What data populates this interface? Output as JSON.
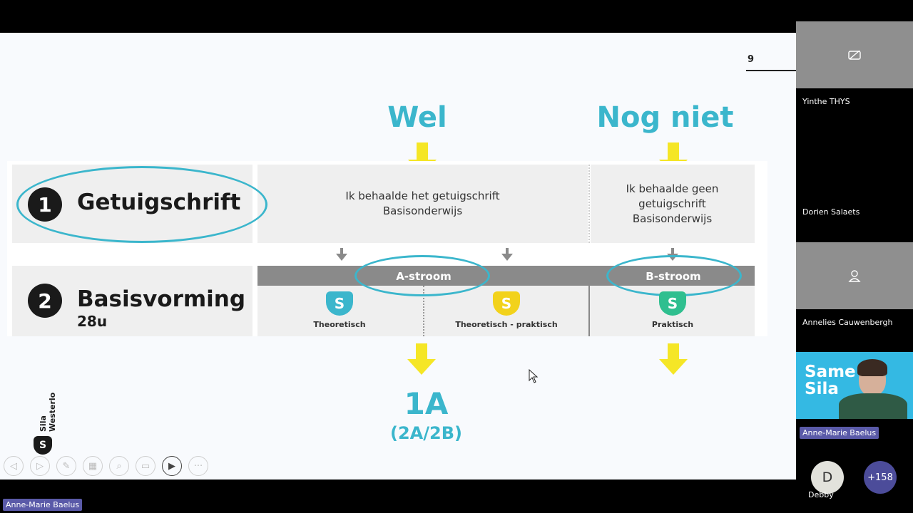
{
  "slide": {
    "page_number": "9",
    "col_headings": {
      "wel": "Wel",
      "nog_niet": "Nog niet"
    },
    "row1": {
      "num": "1",
      "label": "Getuigschrift",
      "wel_text": "Ik behaalde het getuigschrift Basisonderwijs",
      "nog_niet_text": "Ik behaalde geen getuigschrift Basisonderwijs"
    },
    "row2": {
      "num": "2",
      "label": "Basisvorming",
      "sublabel": "28u",
      "a_stroom": "A-stroom",
      "b_stroom": "B-stroom",
      "options": [
        {
          "label": "Theoretisch",
          "color": "#3bb6cc"
        },
        {
          "label": "Theoretisch - praktisch",
          "color": "#f2d21b"
        },
        {
          "label": "Praktisch",
          "color": "#2fbf8f"
        }
      ]
    },
    "result": {
      "main": "1A",
      "sub": "(2A/2B)"
    },
    "brand": "Sila Westerlo",
    "colors": {
      "accent": "#3bb6cc",
      "arrow": "#f5e626",
      "bar": "#8a8a8a"
    }
  },
  "controls": [
    {
      "icon": "prev-icon",
      "glyph": "◁"
    },
    {
      "icon": "next-icon",
      "glyph": "▷"
    },
    {
      "icon": "pen-icon",
      "glyph": "✎"
    },
    {
      "icon": "grid-icon",
      "glyph": "▦"
    },
    {
      "icon": "zoom-icon",
      "glyph": "⌕"
    },
    {
      "icon": "subtitles-icon",
      "glyph": "▭"
    },
    {
      "icon": "video-icon",
      "glyph": "▶"
    },
    {
      "icon": "more-icon",
      "glyph": "···"
    }
  ],
  "participants": [
    {
      "name": "Yinthe THYS",
      "icon": "camera-off-icon"
    },
    {
      "name": "Dorien Salaets",
      "icon": ""
    },
    {
      "name": "Annelies Cauwenbergh",
      "icon": "user-icon"
    },
    {
      "name": "Anne-Marie Baelus",
      "icon": "video"
    }
  ],
  "video_tile_text": "Same Sila",
  "bottom": {
    "avatar_initial": "D",
    "avatar_name": "Debby",
    "more_count": "+158",
    "speaker_name": "Anne-Marie Baelus"
  }
}
